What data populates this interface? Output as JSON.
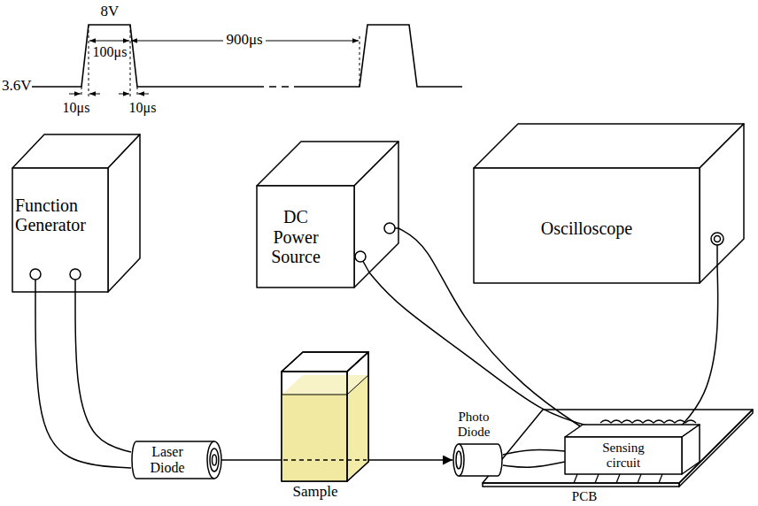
{
  "diagram": {
    "nodes": [
      {
        "text": [
          "Function Generator"
        ]
      },
      {
        "text": [
          "DC Power Source"
        ]
      },
      {
        "text": [
          "Oscilloscope"
        ]
      },
      {
        "text": [
          "Laser Diode"
        ]
      },
      {
        "text": [
          "Sample"
        ]
      },
      {
        "text": [
          "Photo Diode"
        ]
      },
      {
        "text": [
          "PCB"
        ]
      },
      {
        "text": [
          "Sensing circuit"
        ],
        "in": 6
      }
    ],
    "edges": [
      {
        "from": 0,
        "to": 3,
        "arrow": "none"
      },
      {
        "from": 0,
        "to": 3,
        "arrow": "none"
      },
      {
        "from": 1,
        "to": 7,
        "arrow": "none"
      },
      {
        "from": 1,
        "to": 7,
        "arrow": "none"
      },
      {
        "from": 2,
        "to": 7,
        "arrow": "none"
      },
      {
        "from": 3,
        "to": 4,
        "arrow": "none"
      },
      {
        "from": 4,
        "to": 5,
        "arrow": "to"
      },
      {
        "from": 5,
        "to": 7,
        "arrow": "none"
      },
      {
        "from": 5,
        "to": 7,
        "arrow": "none"
      }
    ],
    "labels": [
      "8V",
      "100μs",
      "900μs",
      "3.6V",
      "10μs",
      "10μs"
    ]
  }
}
